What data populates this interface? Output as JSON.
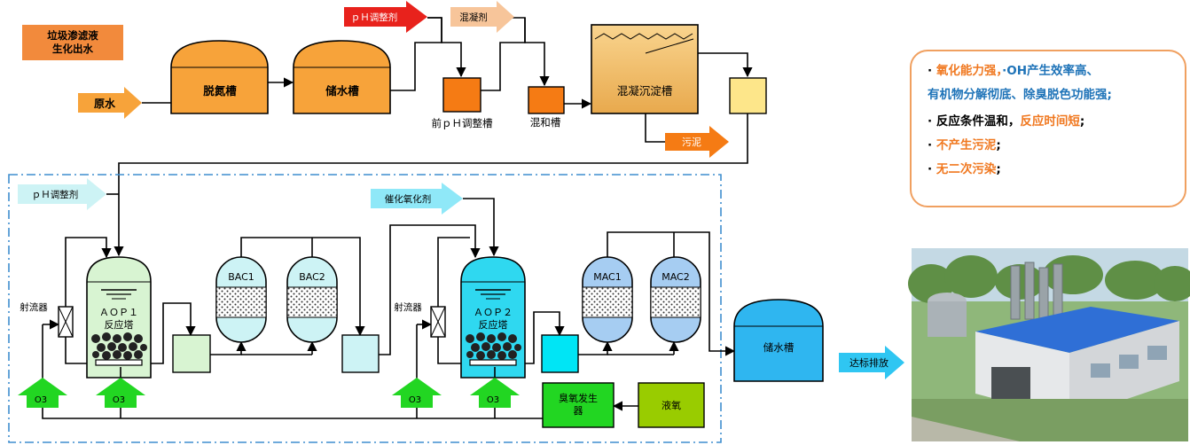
{
  "labels": {
    "leachate": "垃圾渗滤液\n生化出水",
    "raw_water": "原水",
    "denitrification_tank": "脱氮槽",
    "storage_tank_1": "储水槽",
    "ph_agent_top": "ｐＨ调整剂",
    "coagulant": "混凝剂",
    "pre_ph_tank": "前ｐＨ调整槽",
    "mixing_tank": "混和槽",
    "coag_sed_tank": "混凝沉淀槽",
    "sludge": "污泥",
    "ph_agent_mid": "ｐＨ调整剂",
    "catalyst": "催化氧化剂",
    "ejector_1": "射流器",
    "ejector_2": "射流器",
    "aop1": "ＡＯＰ１\n反应塔",
    "aop2": "ＡＯＰ２\n反应塔",
    "bac1": "BAC1",
    "bac2": "BAC2",
    "mac1": "MAC1",
    "mac2": "MAC2",
    "storage_tank_2": "储水槽",
    "discharge": "达标排放",
    "ozone_generator": "臭氧发生\n器",
    "liquid_oxygen": "液氧",
    "o3": "O3"
  },
  "info": {
    "line1a": "氧化能力强，",
    "line1b": "·OH产生效率高、",
    "line2": "有机物分解彻底、除臭脱色功能强;",
    "line3a": "反应条件温和，",
    "line3b": "反应时间短",
    "line3c": ";",
    "line4a": "不产生污泥",
    "line4b": ";",
    "line5a": "无二次污染",
    "line5b": ";"
  },
  "colors": {
    "orange": "#f7a33a",
    "dark_orange": "#f57b14",
    "teal": "#2fb6f0",
    "light_green": "#d8f4d2",
    "light_blue": "#cdf3f5",
    "blue_vessel": "#a6cdf2",
    "green_arrow": "#22d622",
    "red_arrow": "#e8221c",
    "peach_arrow": "#f7c59a",
    "cyan_arrow": "#8fe8f8"
  },
  "icons": {
    "arrow": "block-arrow",
    "media": "granular-media-icon",
    "building": "treatment-plant-photo"
  }
}
